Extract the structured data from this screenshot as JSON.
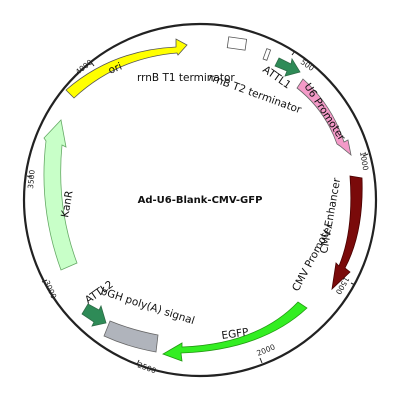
{
  "plasmid": {
    "name": "Ad-U6-Blank-CMV-GFP"
  },
  "ticks": [
    "500",
    "1000",
    "1500",
    "2000",
    "2500",
    "3000",
    "3500",
    "4000"
  ],
  "features": {
    "ori": "ori",
    "rrnb_t1": "rrnB T1 terminator",
    "rrnb_t2": "rrnB T2 terminator",
    "attl1": "ATTL1",
    "u6": "U6 Promoter",
    "cmv_enh": "CMV Enhancer",
    "cmv_prom": "CMV Promoter",
    "egfp": "EGFP",
    "bgh": "bGH poly(A) signal",
    "attl2": "ATTL2",
    "kanr": "KanR"
  },
  "colors": {
    "backbone": "#222222",
    "ori": "#ffff00",
    "u6": "#f49ac8",
    "cmv": "#7a0a0a",
    "egfp": "#33ee22",
    "bgh": "#b0b4bc",
    "attl": "#2e8b57",
    "kanr": "#c8ffc8",
    "terminator": "#ffffff"
  }
}
